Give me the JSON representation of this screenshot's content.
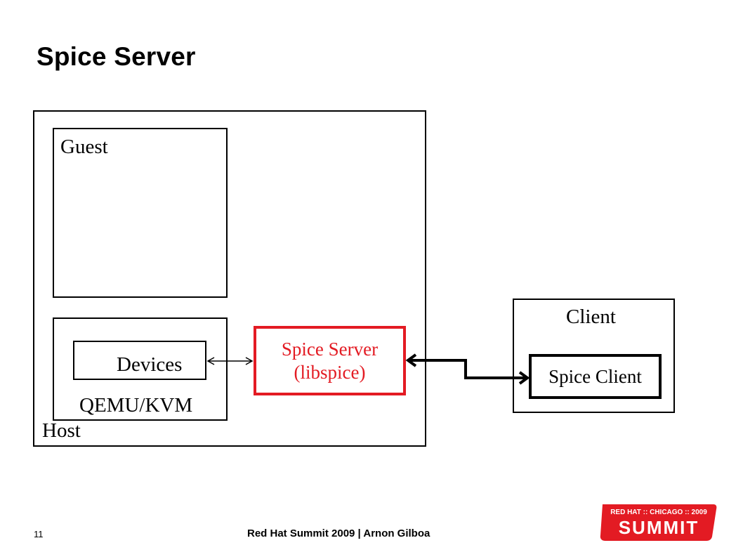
{
  "slide": {
    "title": "Spice Server",
    "page_number": "11",
    "footer": "Red Hat Summit 2009 | Arnon Gilboa"
  },
  "diagram": {
    "host_label": "Host",
    "guest_label": "Guest",
    "qemu_label": "QEMU/KVM",
    "devices_label": "Devices",
    "spice_server_line1": "Spice Server",
    "spice_server_line2": "(libspice)",
    "client_label": "Client",
    "spice_client_label": "Spice Client"
  },
  "logo": {
    "top_text": "RED HAT :: CHICAGO :: 2009",
    "main_text": "SUMMIT",
    "color": "#e31b23"
  },
  "colors": {
    "accent_red": "#e31b23",
    "line_black": "#000000"
  }
}
